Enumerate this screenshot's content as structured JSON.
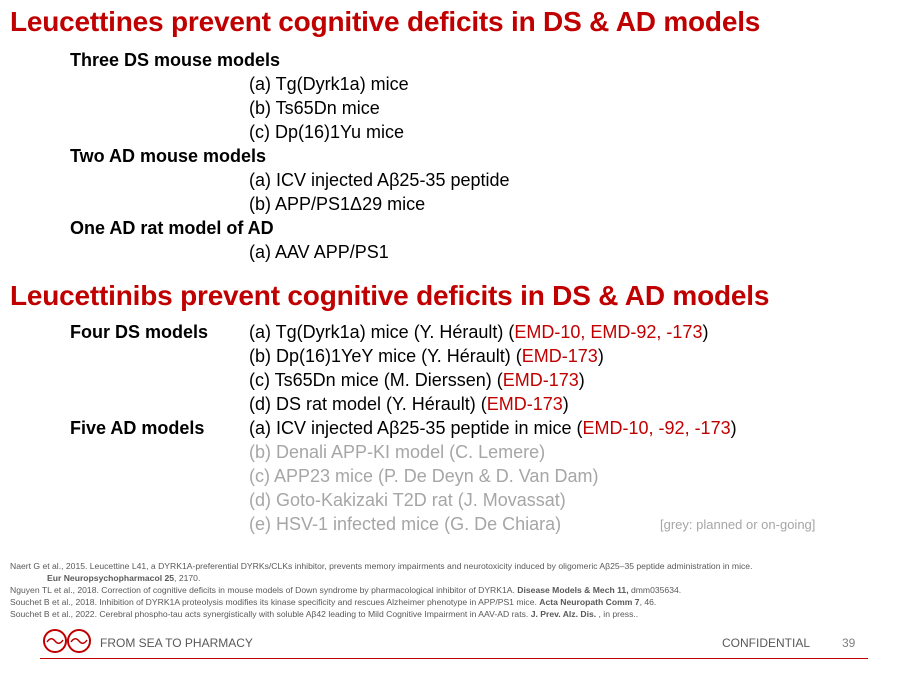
{
  "section1": {
    "title": "Leucettines prevent cognitive deficits in DS & AD models",
    "groups": [
      {
        "heading": "Three DS mouse models",
        "items": [
          "(a) Tg(Dyrk1a) mice",
          "(b) Ts65Dn mice",
          "(c) Dp(16)1Yu mice"
        ]
      },
      {
        "heading": "Two AD mouse models",
        "items": [
          "(a) ICV injected Aβ25-35 peptide",
          "(b) APP/PS1Δ29 mice"
        ]
      },
      {
        "heading": "One AD rat model of AD",
        "items": [
          "(a) AAV APP/PS1"
        ]
      }
    ]
  },
  "section2": {
    "title": "Leucettinibs prevent cognitive deficits in DS & AD models",
    "ds_heading": "Four DS models",
    "ds_items": [
      {
        "text": "(a) Tg(Dyrk1a) mice (Y. Hérault) (",
        "compounds": "EMD-10, EMD-92, -173",
        "close": ")"
      },
      {
        "text": "(b) Dp(16)1YeY mice (Y. Hérault) (",
        "compounds": "EMD-173",
        "close": ")"
      },
      {
        "text": "(c) Ts65Dn mice (M. Dierssen) (",
        "compounds": "EMD-173",
        "close": ")"
      },
      {
        "text": "(d) DS rat model (Y. Hérault) (",
        "compounds": "EMD-173",
        "close": ")"
      }
    ],
    "ad_heading": "Five AD models",
    "ad_item_a": {
      "text": "(a) ICV injected Aβ25-35 peptide in mice (",
      "compounds": "EMD-10, -92, -173",
      "close": ")"
    },
    "ad_grey_items": [
      "(b) Denali APP-KI model (C. Lemere)",
      "(c) APP23 mice (P. De Deyn & D. Van Dam)",
      "(d) Goto-Kakizaki T2D rat (J. Movassat)",
      "(e) HSV-1 infected mice (G. De Chiara)"
    ],
    "grey_note": "[grey: planned or on-going]"
  },
  "references": {
    "ref1_text": "Naert G et al., 2015. Leucettine L41, a DYRK1A-preferential DYRKs/CLKs inhibitor, prevents memory impairments and neurotoxicity induced by oligomeric Aβ25–35 peptide administration in mice.",
    "ref1_journal": "Eur Neuropsychopharmacol 25",
    "ref1_pages": ", 2170.",
    "ref2_text": "Nguyen TL et al., 2018. Correction of cognitive deficits in mouse models of Down syndrome by pharmacological inhibitor of DYRK1A. ",
    "ref2_journal": "Disease Models & Mech 11,",
    "ref2_pages": " dmm035634.",
    "ref3_text": "Souchet B et al., 2018. Inhibition of DYRK1A proteolysis modifies its kinase specificity and rescues Alzheimer phenotype in APP/PS1 mice. ",
    "ref3_journal": "Acta Neuropath Comm 7",
    "ref3_pages": ", 46.",
    "ref4_text": "Souchet B et al., 2022. Cerebral phospho-tau acts synergistically with soluble Aβ42 leading to Mild Cognitive Impairment in AAV-AD rats. ",
    "ref4_journal": "J. Prev. Alz. Dis.",
    "ref4_pages": " , in press.."
  },
  "footer": {
    "tagline": "FROM SEA TO PHARMACY",
    "confidential": "CONFIDENTIAL",
    "page_number": "39"
  },
  "colors": {
    "accent_red": "#c00000",
    "planned_grey": "#a6a6a6"
  }
}
